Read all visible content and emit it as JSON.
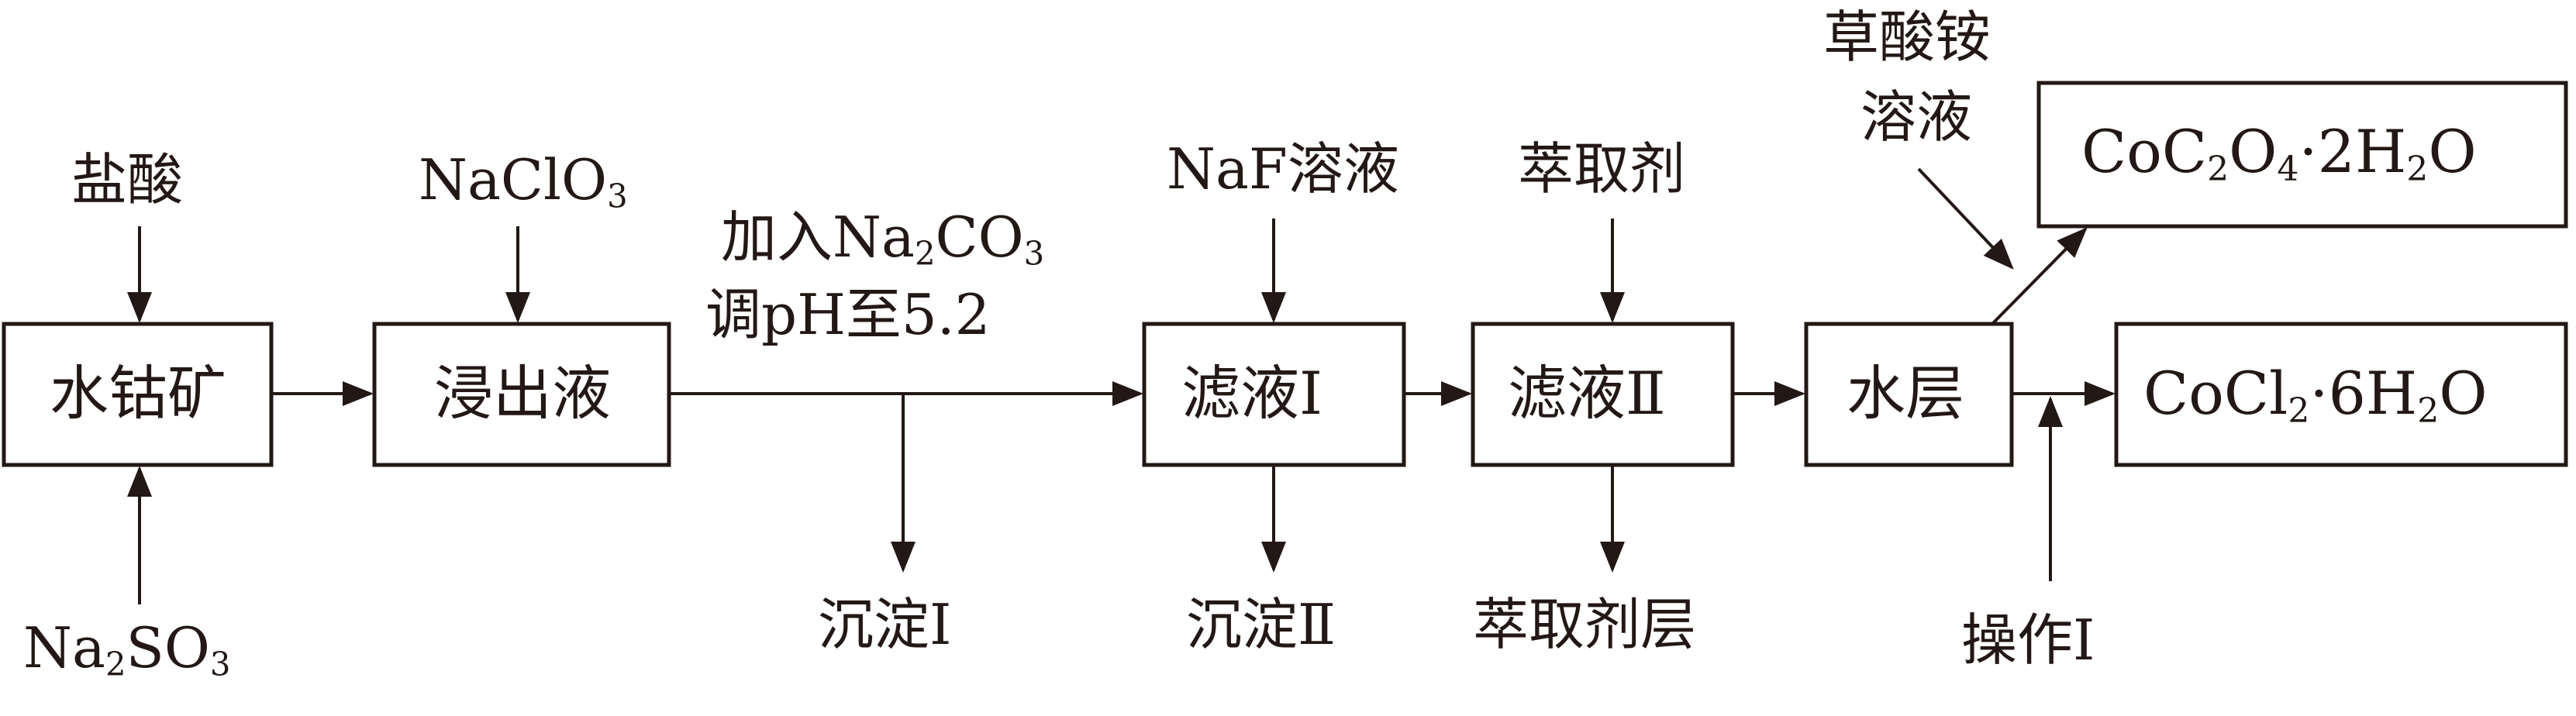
{
  "reagents": {
    "hcl": "盐酸",
    "na2so3": "Na2SO3",
    "naclo3": "NaClO3",
    "na2co3_line1": "加入Na2CO3",
    "na2co3_line2": "调pH至5.2",
    "naf": "NaF溶液",
    "extractant": "萃取剂",
    "oxalate_line1": "草酸铵",
    "oxalate_line2": "溶液",
    "operation": "操作Ⅰ"
  },
  "boxes": {
    "ore": "水钴矿",
    "leachate": "浸出液",
    "filtrate1": "滤液Ⅰ",
    "filtrate2": "滤液Ⅱ",
    "aqueous": "水层",
    "product_oxalate": "CoC2O4·2H2O",
    "product_chloride": "CoCl2·6H2O"
  },
  "outputs": {
    "precipitate1": "沉淀Ⅰ",
    "precipitate2": "沉淀Ⅱ",
    "extractant_layer": "萃取剂层"
  },
  "colors": {
    "ink": "#231815"
  }
}
